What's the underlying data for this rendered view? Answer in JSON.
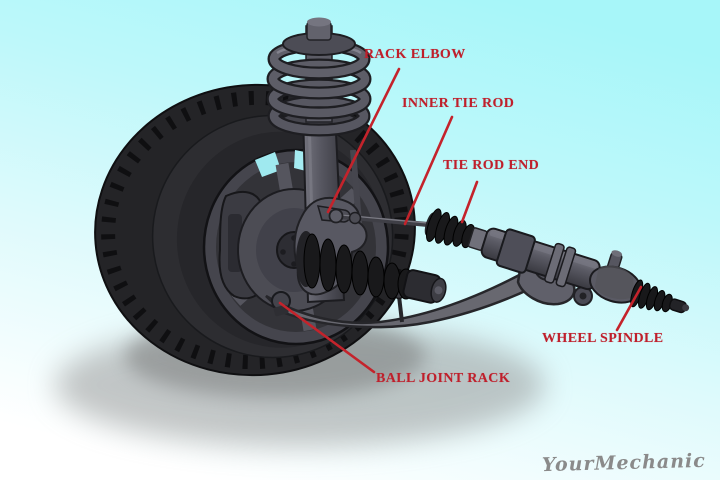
{
  "title": "Front suspension and steering rack labeled diagram",
  "labels": {
    "rack_elbow": "RACK ELBOW",
    "inner_tie_rod": "INNER TIE ROD",
    "tie_rod_end": "TIE ROD END",
    "wheel_spindle": "WHEEL SPINDLE",
    "ball_joint_rack": "BALL JOINT RACK"
  },
  "logo": {
    "text": "YourMechanic"
  },
  "colors": {
    "label_text": "#bf1f2b",
    "leader_line": "#c4232b",
    "background_top": "#a7f6f9",
    "background_bottom": "#ffffff",
    "logo_text": "#8a8a8a",
    "machinery_dark": "#232327",
    "machinery_gray": "#5b5b65"
  }
}
